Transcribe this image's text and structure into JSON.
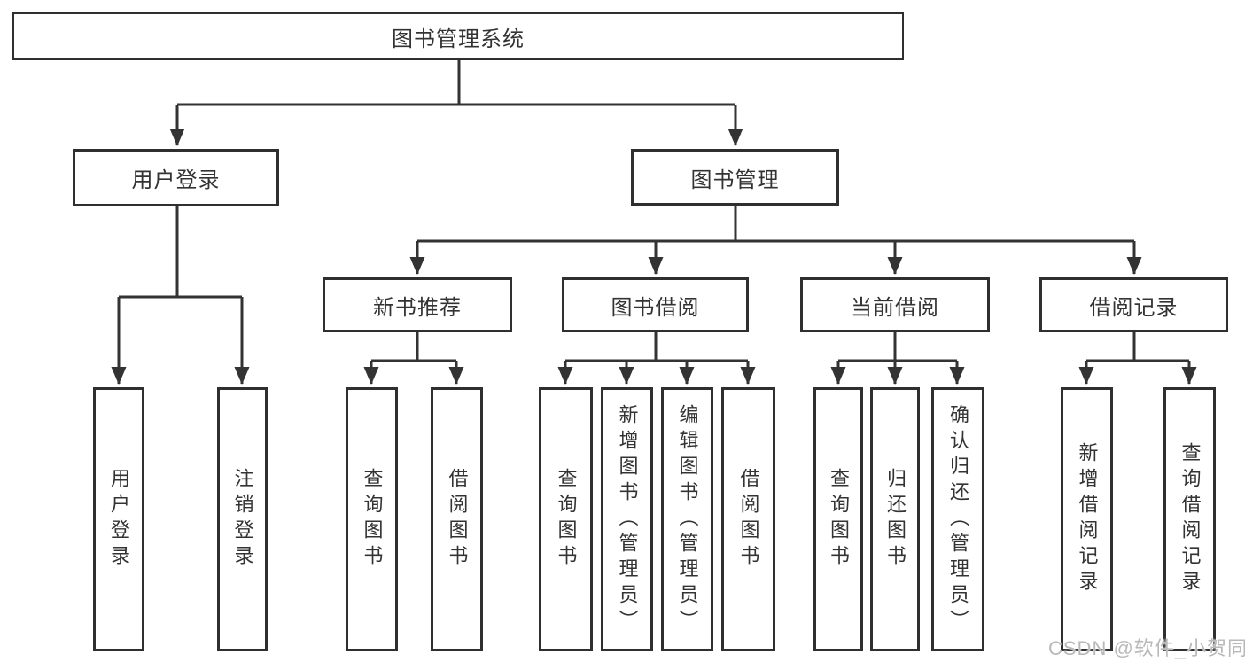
{
  "diagram": {
    "root": "图书管理系统",
    "level2": {
      "user_login": "用户登录",
      "book_mgmt": "图书管理"
    },
    "level3": {
      "new_books": "新书推荐",
      "borrow": "图书借阅",
      "current": "当前借阅",
      "records": "借阅记录"
    },
    "leaves": {
      "user_login": [
        "用户登录",
        "注销登录"
      ],
      "new_books": [
        "查询图书",
        "借阅图书"
      ],
      "borrow": [
        "查询图书",
        "新增图书（管理员）",
        "编辑图书（管理员）",
        "借阅图书"
      ],
      "current": [
        "查询图书",
        "归还图书",
        "确认归还（管理员）"
      ],
      "records": [
        "新增借阅记录",
        "查询借阅记录"
      ]
    }
  },
  "watermark": {
    "text": "CSDN @软件_小贺同学"
  },
  "colors": {
    "line": "#333333",
    "box_border": "#2f2f2f",
    "text": "#333333",
    "watermark": "#b9b9b9",
    "background": "#ffffff"
  }
}
